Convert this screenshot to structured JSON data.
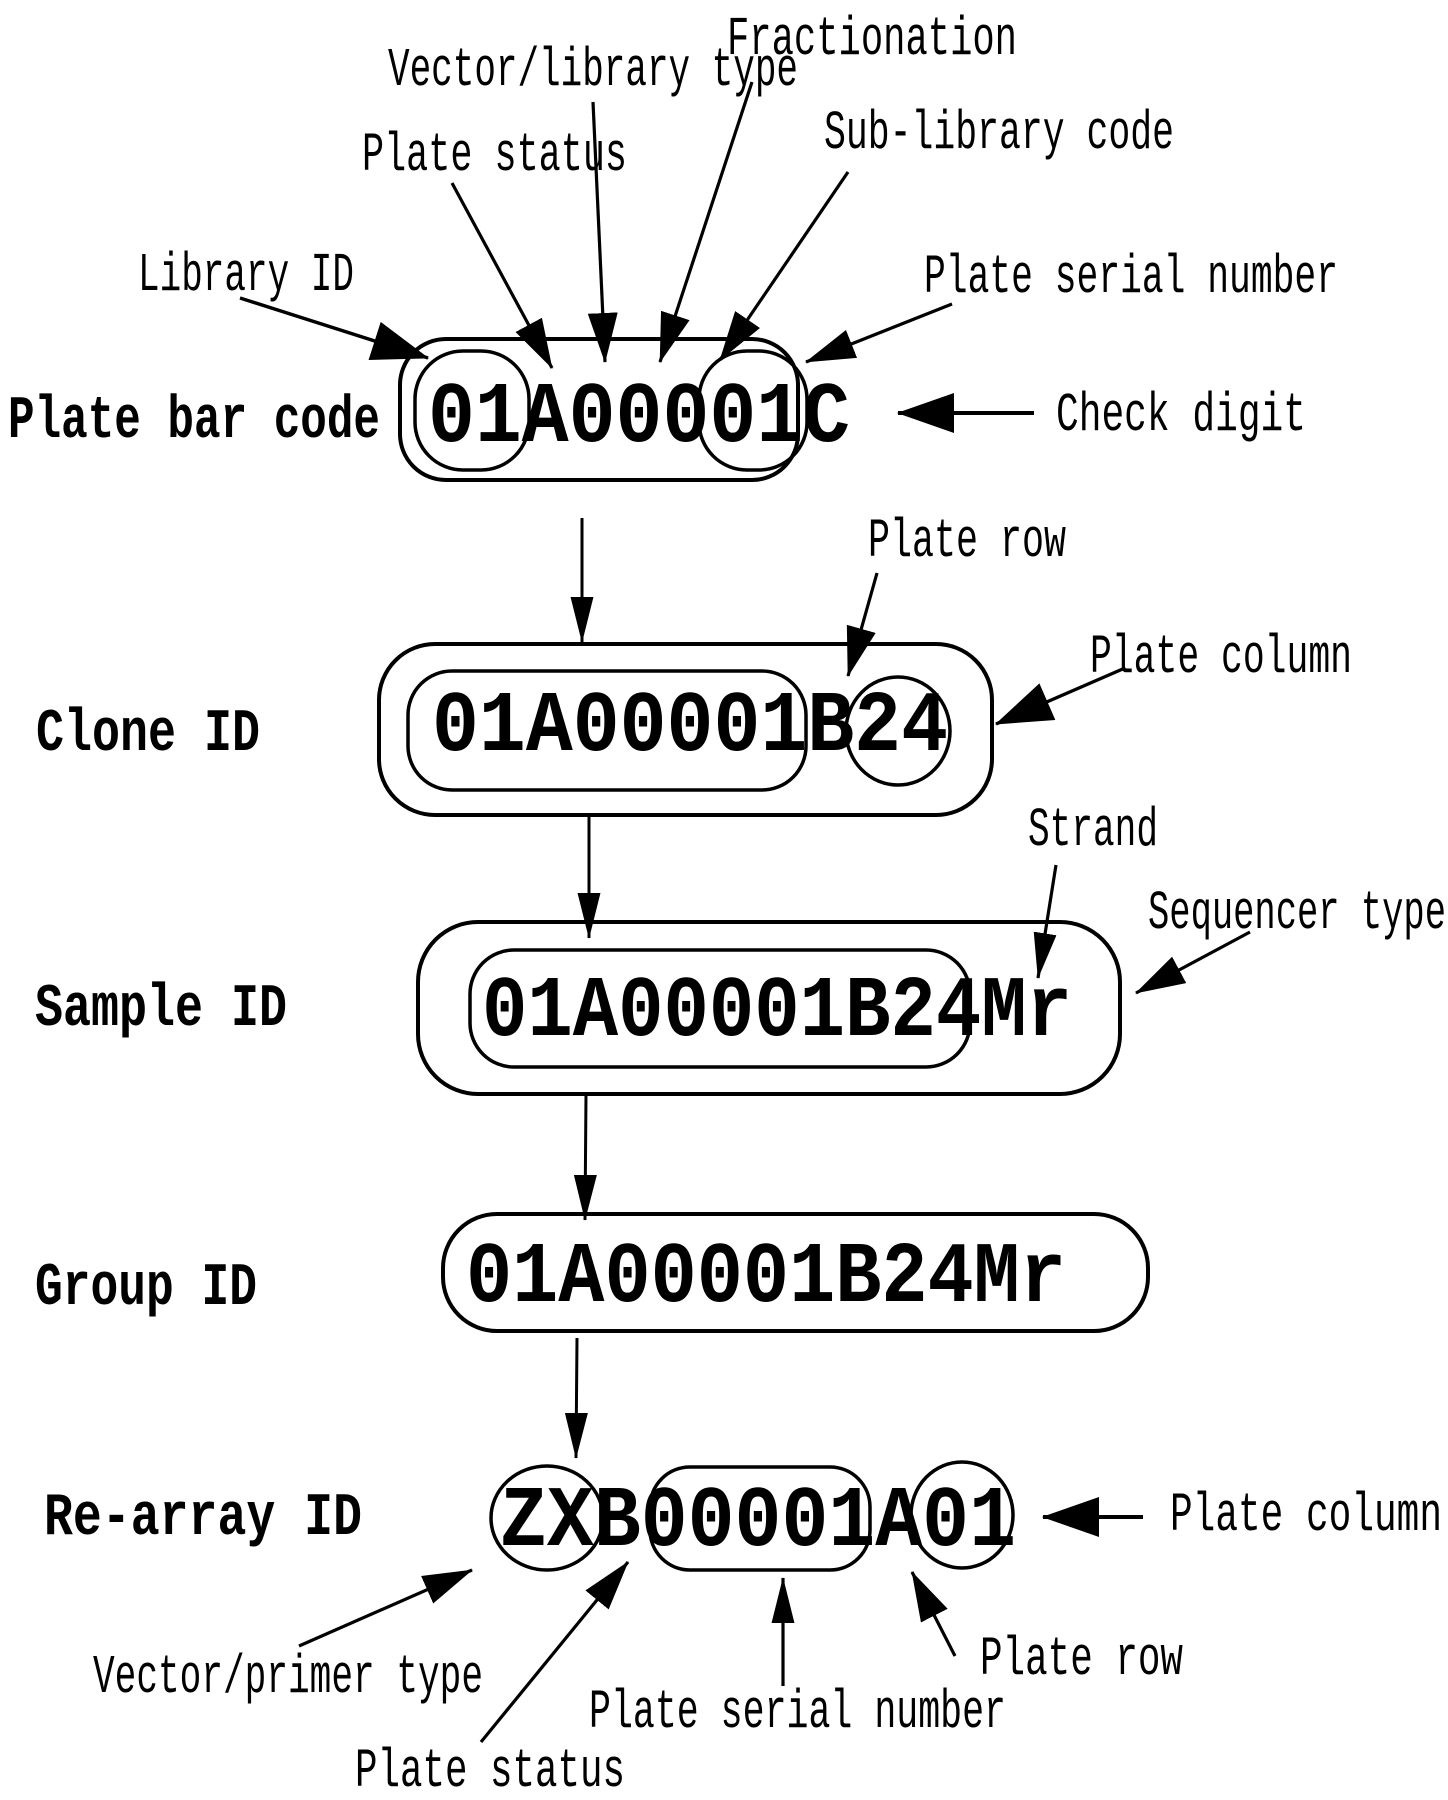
{
  "diagram": {
    "colors": {
      "ink": "#000000",
      "background": "#ffffff"
    },
    "rows": [
      {
        "label": "Plate bar code",
        "code": "01A00001C"
      },
      {
        "label": "Clone ID",
        "code": "01A00001B24"
      },
      {
        "label": "Sample ID",
        "code": "01A00001B24Mr"
      },
      {
        "label": "Group ID",
        "code": "01A00001B24Mr"
      },
      {
        "label": "Re-array ID",
        "code": "ZXB00001A01"
      }
    ],
    "annotations": {
      "fractionation": "Fractionation",
      "vector_library_type": "Vector/library type",
      "plate_status_top": "Plate status",
      "sub_library_code": "Sub-library code",
      "library_id": "Library ID",
      "plate_serial_number_top": "Plate serial number",
      "check_digit": "Check digit",
      "plate_row_clone": "Plate row",
      "plate_column_clone": "Plate column",
      "strand": "Strand",
      "sequencer_type": "Sequencer type",
      "plate_column_rearray": "Plate column",
      "vector_primer_type": "Vector/primer type",
      "plate_status_rearray": "Plate status",
      "plate_serial_number_rearray": "Plate serial number",
      "plate_row_rearray": "Plate row"
    }
  }
}
